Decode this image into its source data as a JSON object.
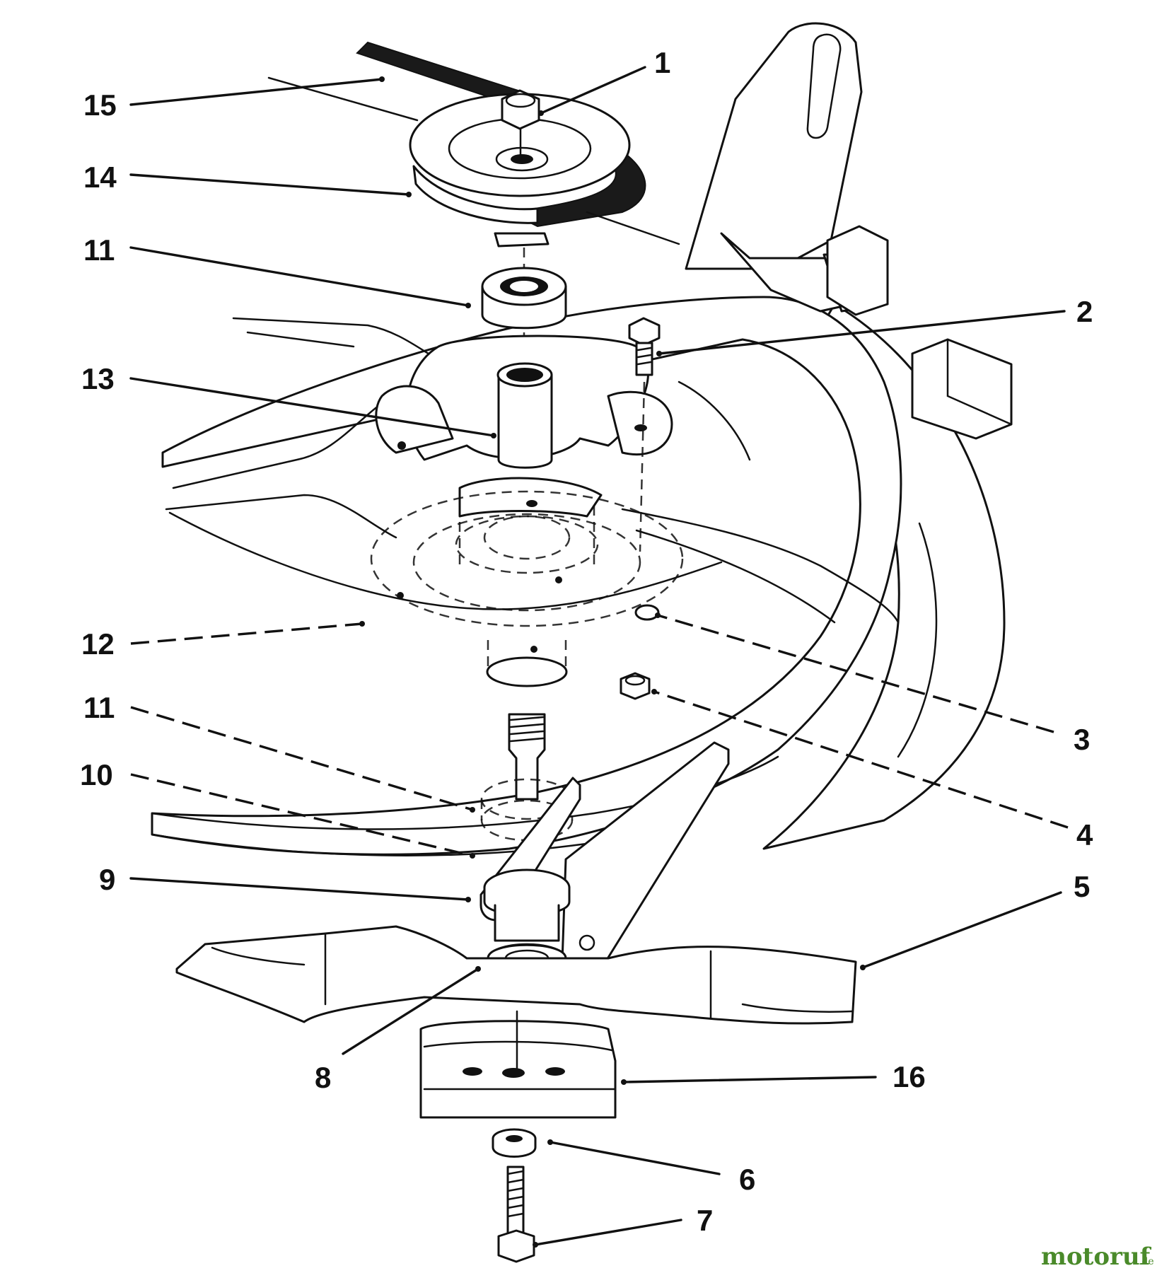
{
  "diagram": {
    "type": "exploded-parts-view",
    "callouts": [
      {
        "id": "c1",
        "label": "1"
      },
      {
        "id": "c2",
        "label": "2"
      },
      {
        "id": "c3",
        "label": "3"
      },
      {
        "id": "c4",
        "label": "4"
      },
      {
        "id": "c5",
        "label": "5"
      },
      {
        "id": "c6",
        "label": "6"
      },
      {
        "id": "c7",
        "label": "7"
      },
      {
        "id": "c8",
        "label": "8"
      },
      {
        "id": "c9",
        "label": "9"
      },
      {
        "id": "c10",
        "label": "10"
      },
      {
        "id": "c11a",
        "label": "11"
      },
      {
        "id": "c11b",
        "label": "11"
      },
      {
        "id": "c12",
        "label": "12"
      },
      {
        "id": "c13",
        "label": "13"
      },
      {
        "id": "c14",
        "label": "14"
      },
      {
        "id": "c15",
        "label": "15"
      },
      {
        "id": "c16",
        "label": "16"
      }
    ]
  },
  "watermark": {
    "brand": "motoruf",
    "suffix": ".de"
  },
  "colors": {
    "ink": "#111111",
    "background": "#ffffff",
    "watermark": "#4a8a2a"
  }
}
